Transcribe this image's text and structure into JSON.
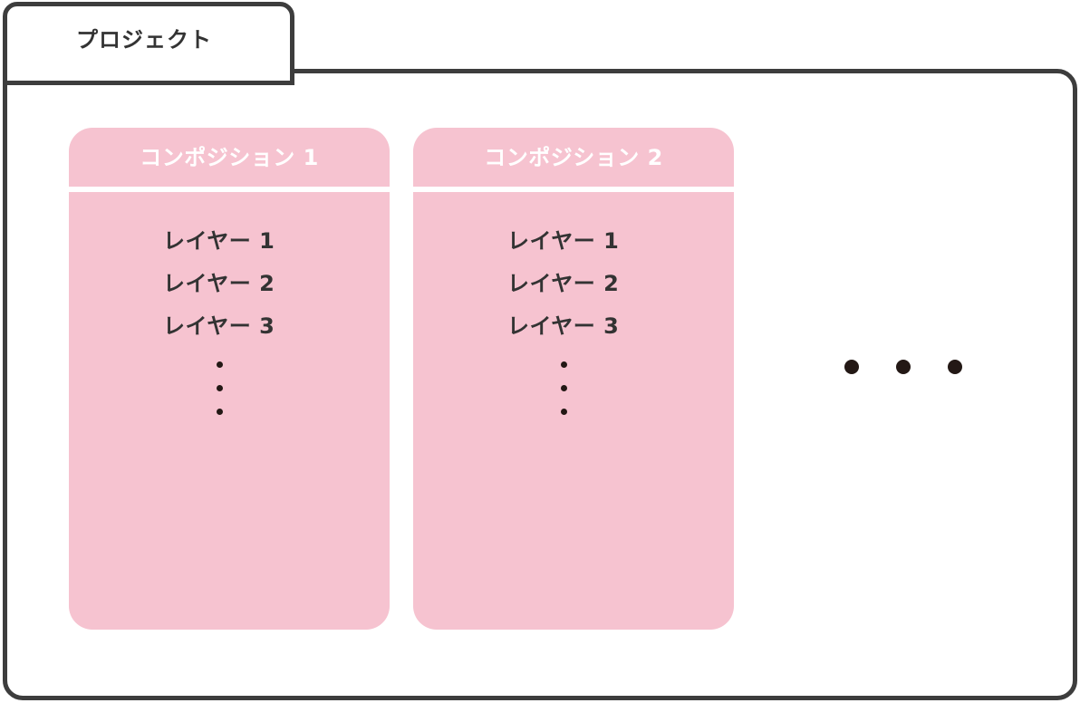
{
  "project": {
    "label": "プロジェクト"
  },
  "compositions": [
    {
      "title": "コンポジション 1",
      "layers": [
        "レイヤー 1",
        "レイヤー 2",
        "レイヤー 3"
      ]
    },
    {
      "title": "コンポジション 2",
      "layers": [
        "レイヤー 1",
        "レイヤー 2",
        "レイヤー 3"
      ]
    }
  ],
  "colors": {
    "outline": "#3d3d3d",
    "composition_fill": "#f6c3d0",
    "text": "#333333",
    "dot": "#231815"
  }
}
